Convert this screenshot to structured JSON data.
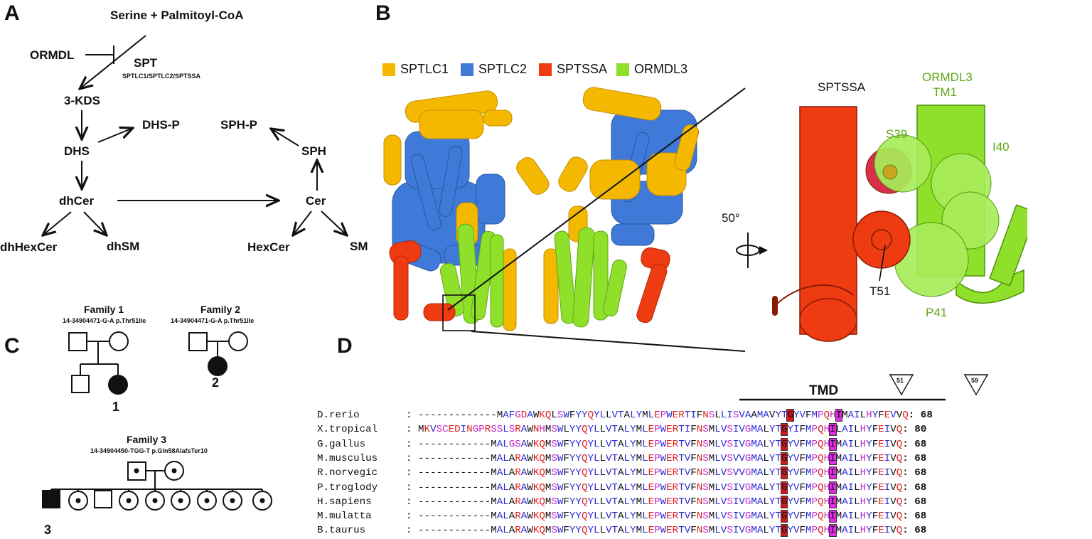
{
  "panels": {
    "a": "A",
    "b": "B",
    "c": "C",
    "d": "D"
  },
  "pathway": {
    "substrate": "Serine + Palmitoyl-CoA",
    "inhibitor": "ORMDL",
    "enzyme": "SPT",
    "enzyme_subunits": "SPTLC1/SPTLC2/SPTSSA",
    "kds": "3-KDS",
    "dhs": "DHS",
    "dhsp": "DHS-P",
    "sphp": "SPH-P",
    "sph": "SPH",
    "dhcer": "dhCer",
    "cer": "Cer",
    "dhhexcer": "dhHexCer",
    "dhsm": "dhSM",
    "hexcer": "HexCer",
    "sm": "SM"
  },
  "structure": {
    "legend": [
      {
        "label": "SPTLC1",
        "color": "#f5b800"
      },
      {
        "label": "SPTLC2",
        "color": "#3f7ad9"
      },
      {
        "label": "SPTSSA",
        "color": "#ee3b12"
      },
      {
        "label": "ORMDL3",
        "color": "#8fe02a"
      }
    ],
    "rotation": "50°",
    "zoom_labels": {
      "sptssa": "SPTSSA",
      "ormdl3": "ORMDL3",
      "tm1": "TM1",
      "s39": "S39",
      "i40": "I40",
      "t51": "T51",
      "p41": "P41"
    }
  },
  "pedigrees": {
    "family1": {
      "title": "Family 1",
      "variant": "14-34904471-G-A   p.Thr51Ile",
      "proband": "1"
    },
    "family2": {
      "title": "Family 2",
      "variant": "14-34904471-G-A   p.Thr51Ile",
      "proband": "2"
    },
    "family3": {
      "title": "Family 3",
      "variant": "14-34904450-TGG-T   p.Gln58AlafsTer10",
      "proband": "3"
    }
  },
  "alignment": {
    "tmd_label": "TMD",
    "marker_51": "51",
    "marker_59": "59",
    "rows": [
      {
        "name": "D.rerio",
        "pre": "-------------",
        "seq": "MAFGDAWKQLSWFYYQYLLVTALYMLEPWERTIFNSLLISVAAMAVYTGYVFMPQHIMAILHYFEVVQ",
        "len": "68"
      },
      {
        "name": "X.tropical",
        "pre": "",
        "seq": "MKVSCEDINGPRSSLSRAWNHMSWLYYQYLLVTALYMLEPWERTIFNSMLVSIVGMALYTGYIFMPQHILAILHYFEIVQ",
        "len": "80"
      },
      {
        "name": "G.gallus",
        "pre": "------------",
        "seq": "MALGSAWKQMSWFYYQYLLVTALYMLEPWERTVFNSMLVSIVGMALYTGYVFMPQHIMAILHYFEIVQ",
        "len": "68"
      },
      {
        "name": "M.musculus",
        "pre": "------------",
        "seq": "MALARAWKQMSWFYYQYLLVTALYMLEPWERTVFNSMLVSVVGMALYTGYVFMPQHIMAILHYFEIVQ",
        "len": "68"
      },
      {
        "name": "R.norvegic",
        "pre": "------------",
        "seq": "MALARAWKQMSWFYYQYLLVTALYMLEPWERTVFNSMLVSVVGMALYTGYVFMPQHIMAILHYFEIVQ",
        "len": "68"
      },
      {
        "name": "P.troglody",
        "pre": "------------",
        "seq": "MALARAWKQMSWFYYQYLLVTALYMLEPWERTVFNSMLVSIVGMALYTGYVFMPQHIMAILHYFEIVQ",
        "len": "68"
      },
      {
        "name": "H.sapiens",
        "pre": "------------",
        "seq": "MALARAWKQMSWFYYQYLLVTALYMLEPWERTVFNSMLVSIVGMALYTGYVFMPQHIMAILHYFEIVQ",
        "len": "68"
      },
      {
        "name": "M.mulatta",
        "pre": "------------",
        "seq": "MALARAWKQMSWFYYQYLLVTALYMLEPWERTVFNSMLVSIVGMALYTGYVFMPQHIMAILHYFEIVQ",
        "len": "68"
      },
      {
        "name": "B.taurus",
        "pre": "------------",
        "seq": "MALARAWKQMSWFYYQYLLVTALYMLEPWERTVFNSMLVSIVGMALYTGYVFMPQHIMAILHYFEIVQ",
        "len": "68"
      }
    ]
  }
}
